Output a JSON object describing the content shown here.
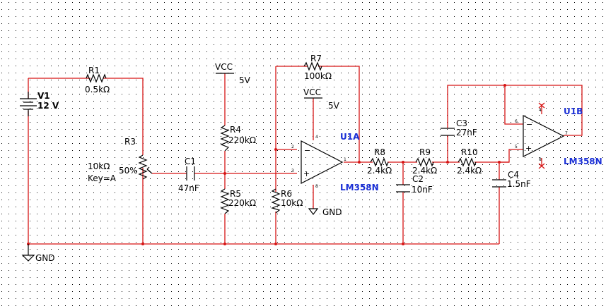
{
  "components": {
    "v1": {
      "name": "V1",
      "value": "12 V"
    },
    "r1": {
      "name": "R1",
      "value": "0.5kΩ"
    },
    "r3": {
      "name": "R3",
      "value": "10kΩ",
      "key": "Key=A",
      "position": "50%"
    },
    "c1": {
      "name": "C1",
      "value": "47nF"
    },
    "r4": {
      "name": "R4",
      "value": "220kΩ"
    },
    "r5": {
      "name": "R5",
      "value": "220kΩ"
    },
    "r6": {
      "name": "R6",
      "value": "10kΩ"
    },
    "r7": {
      "name": "R7",
      "value": "100kΩ"
    },
    "r8": {
      "name": "R8",
      "value": "2.4kΩ"
    },
    "r9": {
      "name": "R9",
      "value": "2.4kΩ"
    },
    "r10": {
      "name": "R10",
      "value": "2.4kΩ"
    },
    "c2": {
      "name": "C2",
      "value": "10nF"
    },
    "c3": {
      "name": "C3",
      "value": "27nF"
    },
    "c4": {
      "name": "C4",
      "value": "1.5nF"
    },
    "u1a": {
      "name": "U1A",
      "part": "LM358N"
    },
    "u1b": {
      "name": "U1B",
      "part": "LM358N"
    }
  },
  "power": {
    "vcc1": {
      "label": "VCC",
      "voltage": "5V"
    },
    "vcc2": {
      "label": "VCC",
      "voltage": "5V"
    },
    "gnd_main": "GND",
    "gnd_opamp": "GND"
  },
  "pins": {
    "u1a": {
      "inv": "2",
      "noninv": "3",
      "out": "1",
      "vplus": "4",
      "vminus": "8"
    },
    "u1b": {
      "inv": "6",
      "noninv": "5",
      "out": "7",
      "vplus": "4",
      "vminus": "8"
    }
  },
  "colors": {
    "wire": "#d61515",
    "part_label": "#1a2fd6",
    "grid_dot": "#000000"
  }
}
